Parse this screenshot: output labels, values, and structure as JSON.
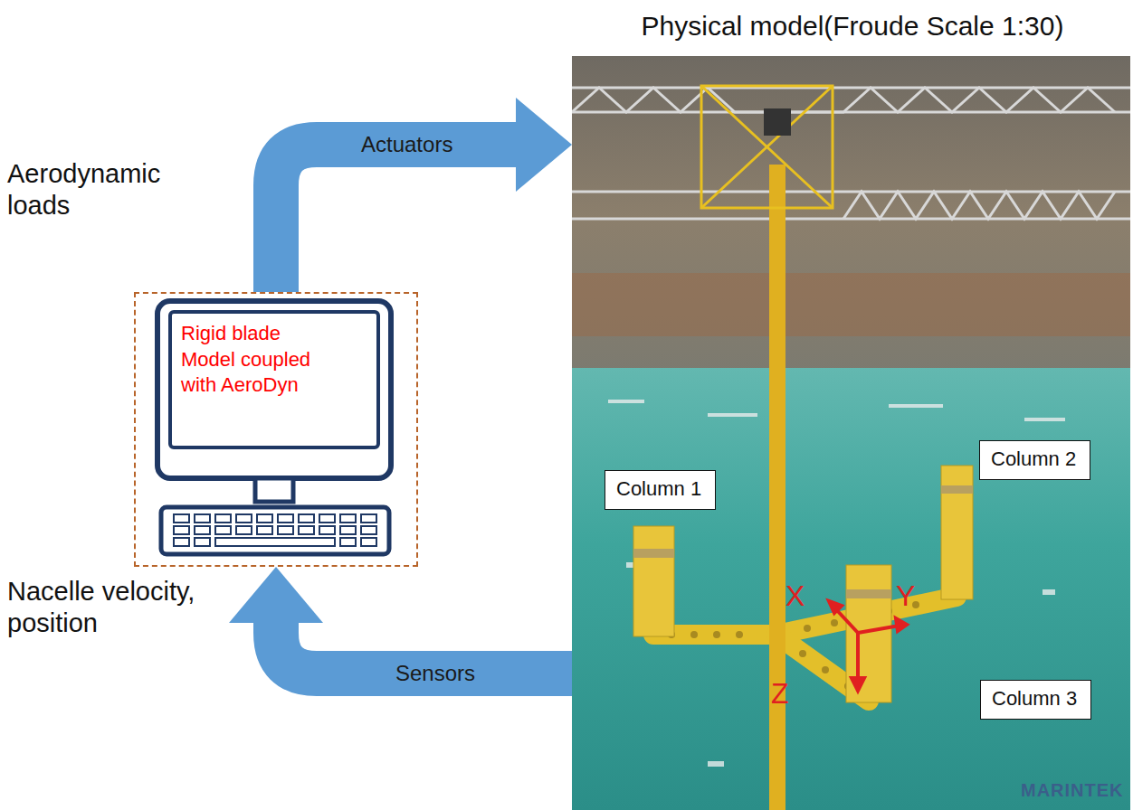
{
  "diagram": {
    "nodes": [
      {
        "text": [
          "Rigid blade Model coupled with AeroDyn"
        ]
      },
      {
        "text": [
          "Physical model(Froude Scale 1:30)"
        ]
      },
      {
        "text": [
          "Column 1"
        ],
        "in": 1
      },
      {
        "text": [
          "Column 2"
        ],
        "in": 1
      },
      {
        "text": [
          "Column 3"
        ],
        "in": 1
      }
    ],
    "edges": [
      {
        "from": 0,
        "to": 1,
        "arrow": "to",
        "label": "Actuators"
      },
      {
        "from": 1,
        "to": 0,
        "arrow": "to",
        "label": "Sensors"
      }
    ],
    "labels": [
      "Aerodynamic loads",
      "Nacelle velocity, position",
      "X",
      "Y",
      "Z",
      "MARINTEK"
    ]
  }
}
